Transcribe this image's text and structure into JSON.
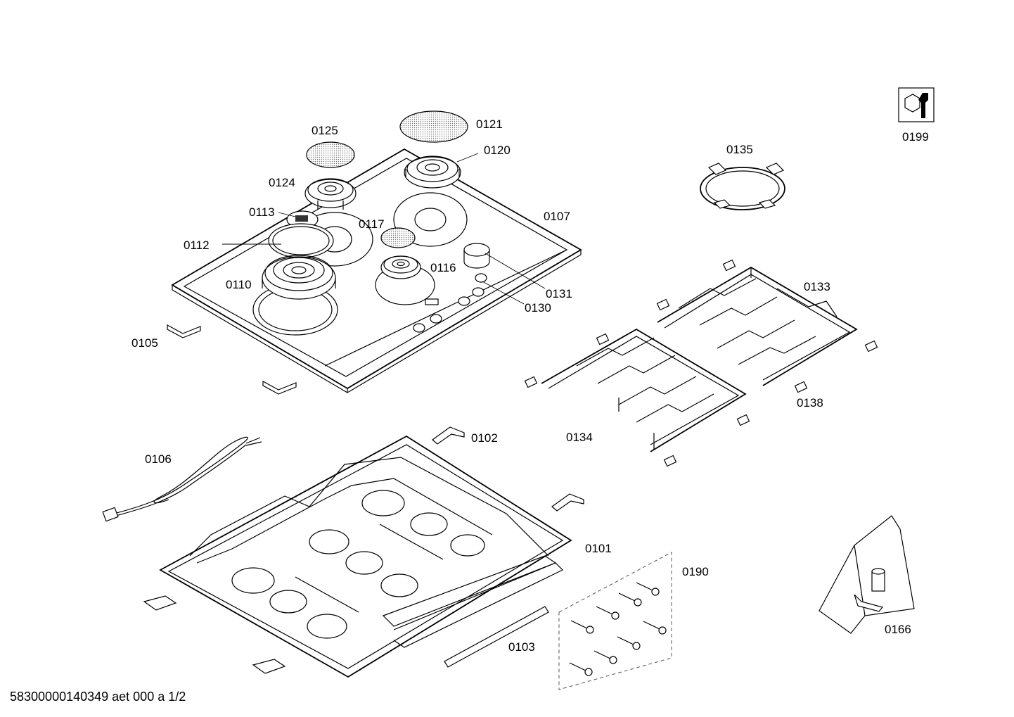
{
  "labels": {
    "p0101": "0101",
    "p0102": "0102",
    "p0103": "0103",
    "p0105": "0105",
    "p0106": "0106",
    "p0107": "0107",
    "p0110": "0110",
    "p0112": "0112",
    "p0113": "0113",
    "p0116": "0116",
    "p0117": "0117",
    "p0120": "0120",
    "p0121": "0121",
    "p0124": "0124",
    "p0125": "0125",
    "p0130": "0130",
    "p0131": "0131",
    "p0133": "0133",
    "p0134": "0134",
    "p0135": "0135",
    "p0138": "0138",
    "p0166": "0166",
    "p0190": "0190",
    "p0199": "0199"
  },
  "footer": {
    "document_code": "58300000140349 aet 000 a 1/2"
  },
  "icons": {
    "tool_icon": "wrench-nut-icon"
  }
}
